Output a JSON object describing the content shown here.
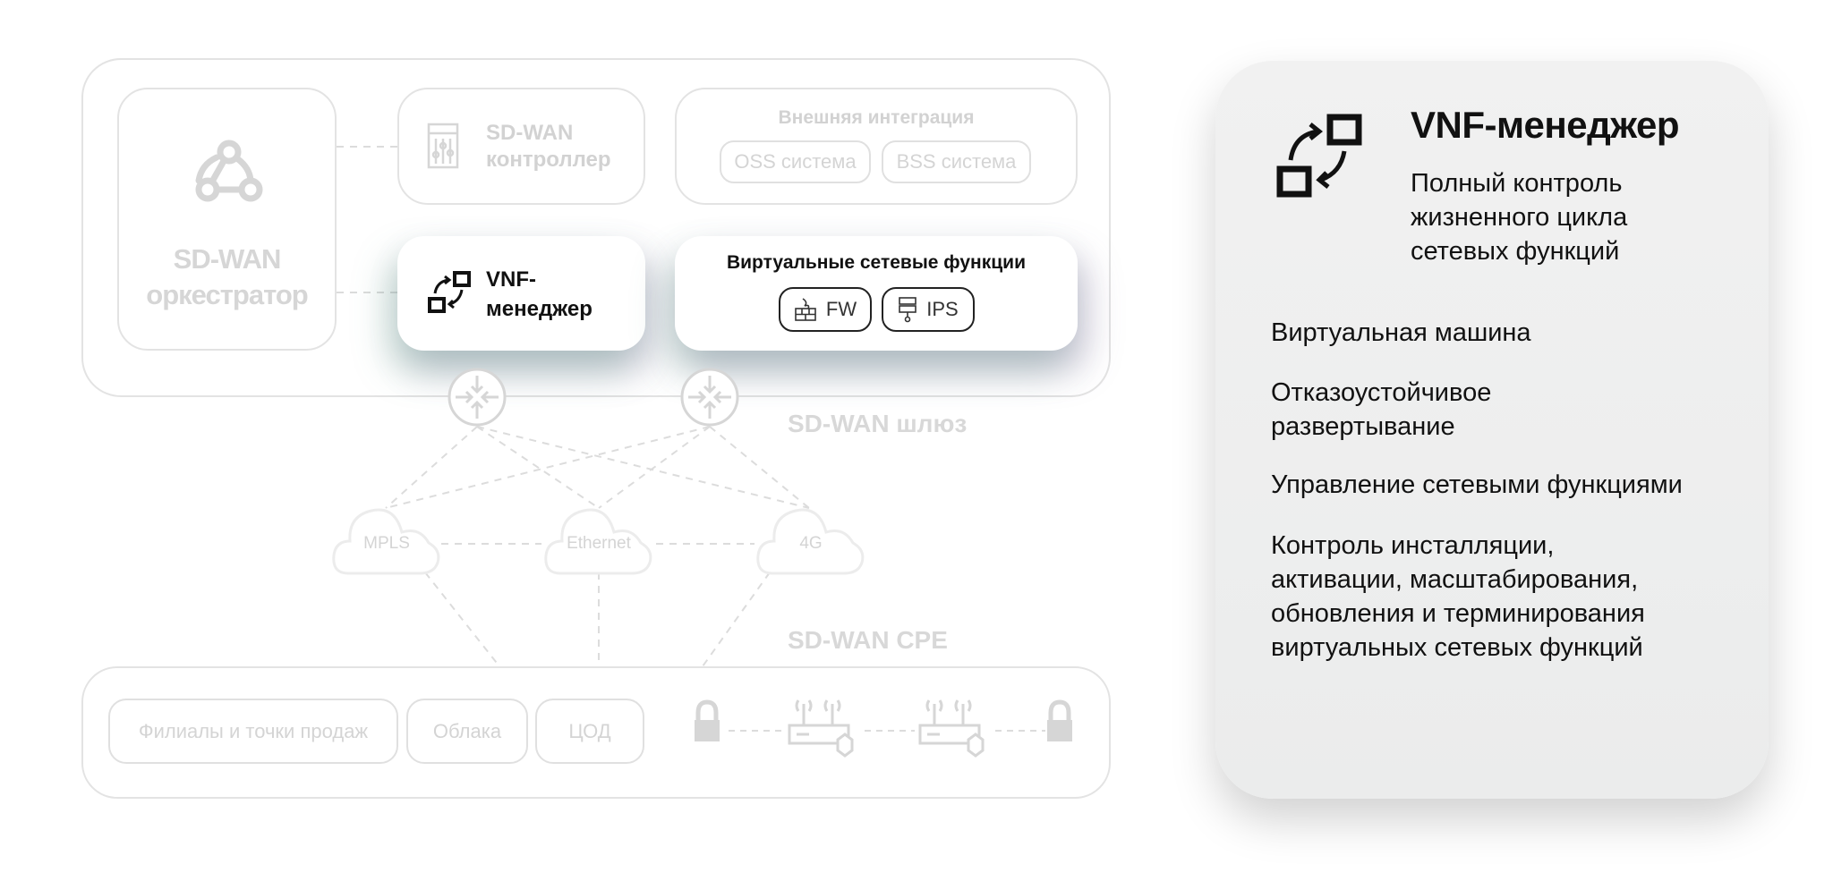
{
  "orchestrator": {
    "line1": "SD-WAN",
    "line2": "оркестратор"
  },
  "controller": {
    "line1": "SD-WAN",
    "line2": "контроллер"
  },
  "external": {
    "title": "Внешняя интеграция",
    "items": [
      "OSS система",
      "BSS система"
    ]
  },
  "vnf_card": {
    "line1": "VNF-",
    "line2": "менеджер"
  },
  "functions": {
    "title": "Виртуальные сетевые функции",
    "items": [
      "FW",
      "IPS"
    ]
  },
  "gateway_label": "SD-WAN шлюз",
  "clouds": [
    "MPLS",
    "Ethernet",
    "4G"
  ],
  "cpe_label": "SD-WAN CPE",
  "sites": [
    "Филиалы и точки продаж",
    "Облака",
    "ЦОД"
  ],
  "panel": {
    "title": "VNF-менеджер",
    "subtitle": [
      "Полный контроль",
      "жизненного цикла",
      "сетевых функций"
    ],
    "features": [
      [
        "Виртуальная машина"
      ],
      [
        "Отказоустойчивое",
        "развертывание"
      ],
      [
        "Управление сетевыми функциями"
      ],
      [
        "Контроль инсталляции,",
        "активации, масштабирования,",
        "обновления и терминирования",
        "виртуальных сетевых функций"
      ]
    ]
  }
}
